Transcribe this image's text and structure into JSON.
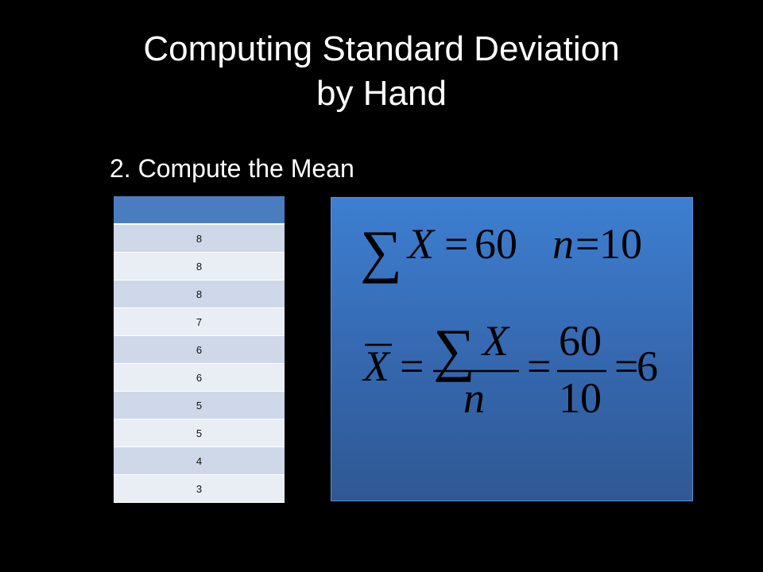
{
  "slide": {
    "title_line1": "Computing Standard Deviation",
    "title_line2": "by Hand",
    "step": "2. Compute the Mean"
  },
  "table": {
    "header": "",
    "values": [
      "8",
      "8",
      "8",
      "7",
      "6",
      "6",
      "5",
      "5",
      "4",
      "3"
    ]
  },
  "formula": {
    "sum_symbol": "∑",
    "variable_x": "X",
    "sum_value": "60",
    "variable_n": "n",
    "n_value": "10",
    "equals": "=",
    "mean_result": "6"
  },
  "colors": {
    "background": "#000000",
    "table_header": "#4a7dbf",
    "table_row_odd": "#cfd8e8",
    "table_row_even": "#e9edf4",
    "formula_box": "#3567ae"
  }
}
